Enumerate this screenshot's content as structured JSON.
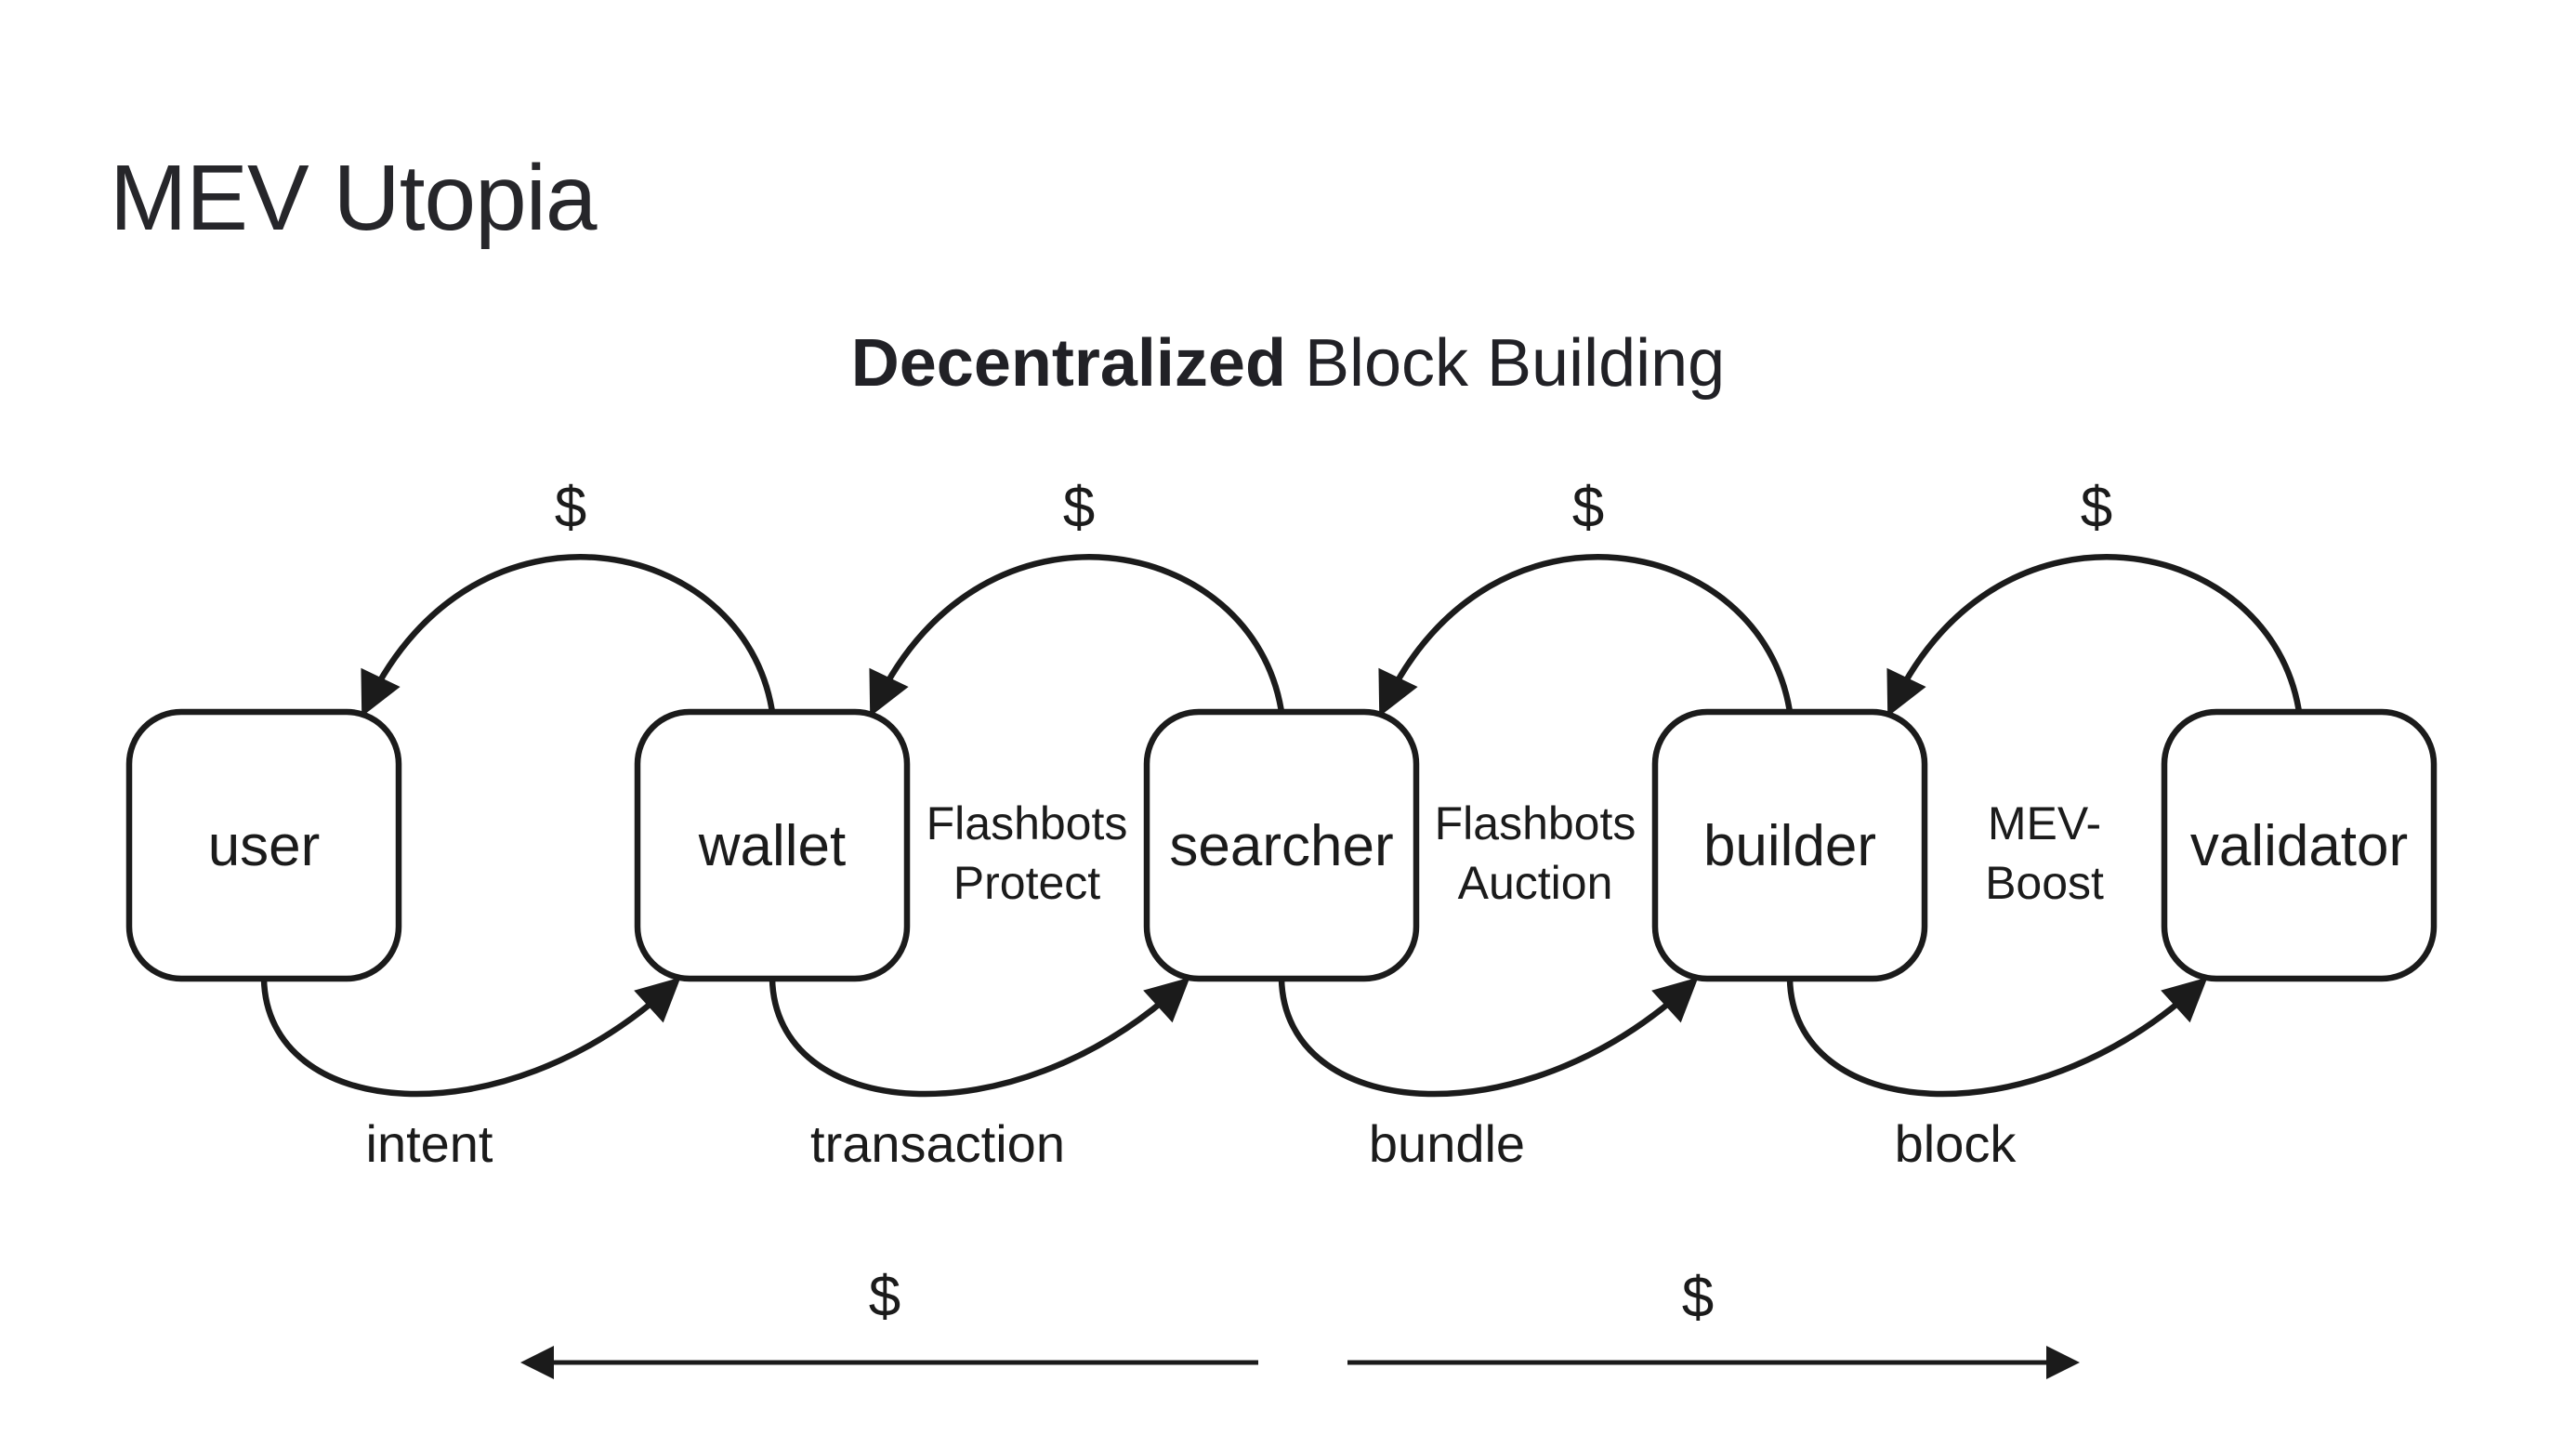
{
  "title": "MEV Utopia",
  "subtitle": {
    "emphasis": "Decentralized",
    "rest": "Block Building"
  },
  "diagram": {
    "money_symbol": "$",
    "nodes": [
      {
        "label": "user"
      },
      {
        "label": "wallet"
      },
      {
        "label": "searcher"
      },
      {
        "label": "builder"
      },
      {
        "label": "validator"
      }
    ],
    "intermediaries": [
      {
        "lines": [
          "Flashbots",
          "Protect"
        ]
      },
      {
        "lines": [
          "Flashbots",
          "Auction"
        ]
      },
      {
        "lines": [
          "MEV-",
          "Boost"
        ]
      }
    ],
    "flows": [
      {
        "label": "intent"
      },
      {
        "label": "transaction"
      },
      {
        "label": "bundle"
      },
      {
        "label": "block"
      }
    ],
    "colors": {
      "background": "#ffffff",
      "ink": "#1b1b1b",
      "title": "#26262a"
    }
  }
}
